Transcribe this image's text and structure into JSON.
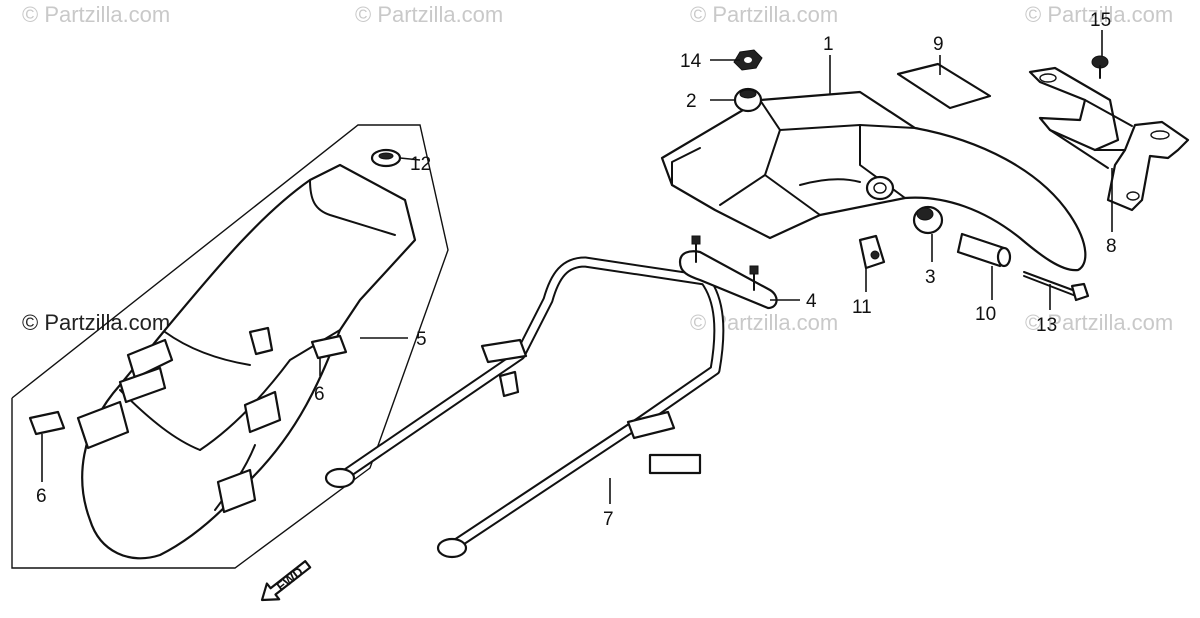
{
  "watermarks": [
    "© Partzilla.com",
    "© Partzilla.com",
    "© Partzilla.com",
    "© Partzilla.com",
    "© Partzilla.com",
    "© Partzilla.com",
    "© Partzilla.com"
  ],
  "callouts": {
    "c1": "1",
    "c2": "2",
    "c3": "3",
    "c4": "4",
    "c5": "5",
    "c6a": "6",
    "c6b": "6",
    "c7": "7",
    "c8": "8",
    "c9": "9",
    "c10": "10",
    "c11": "11",
    "c12": "12",
    "c13": "13",
    "c14": "14",
    "c15": "15"
  },
  "direction_label": "FWD"
}
